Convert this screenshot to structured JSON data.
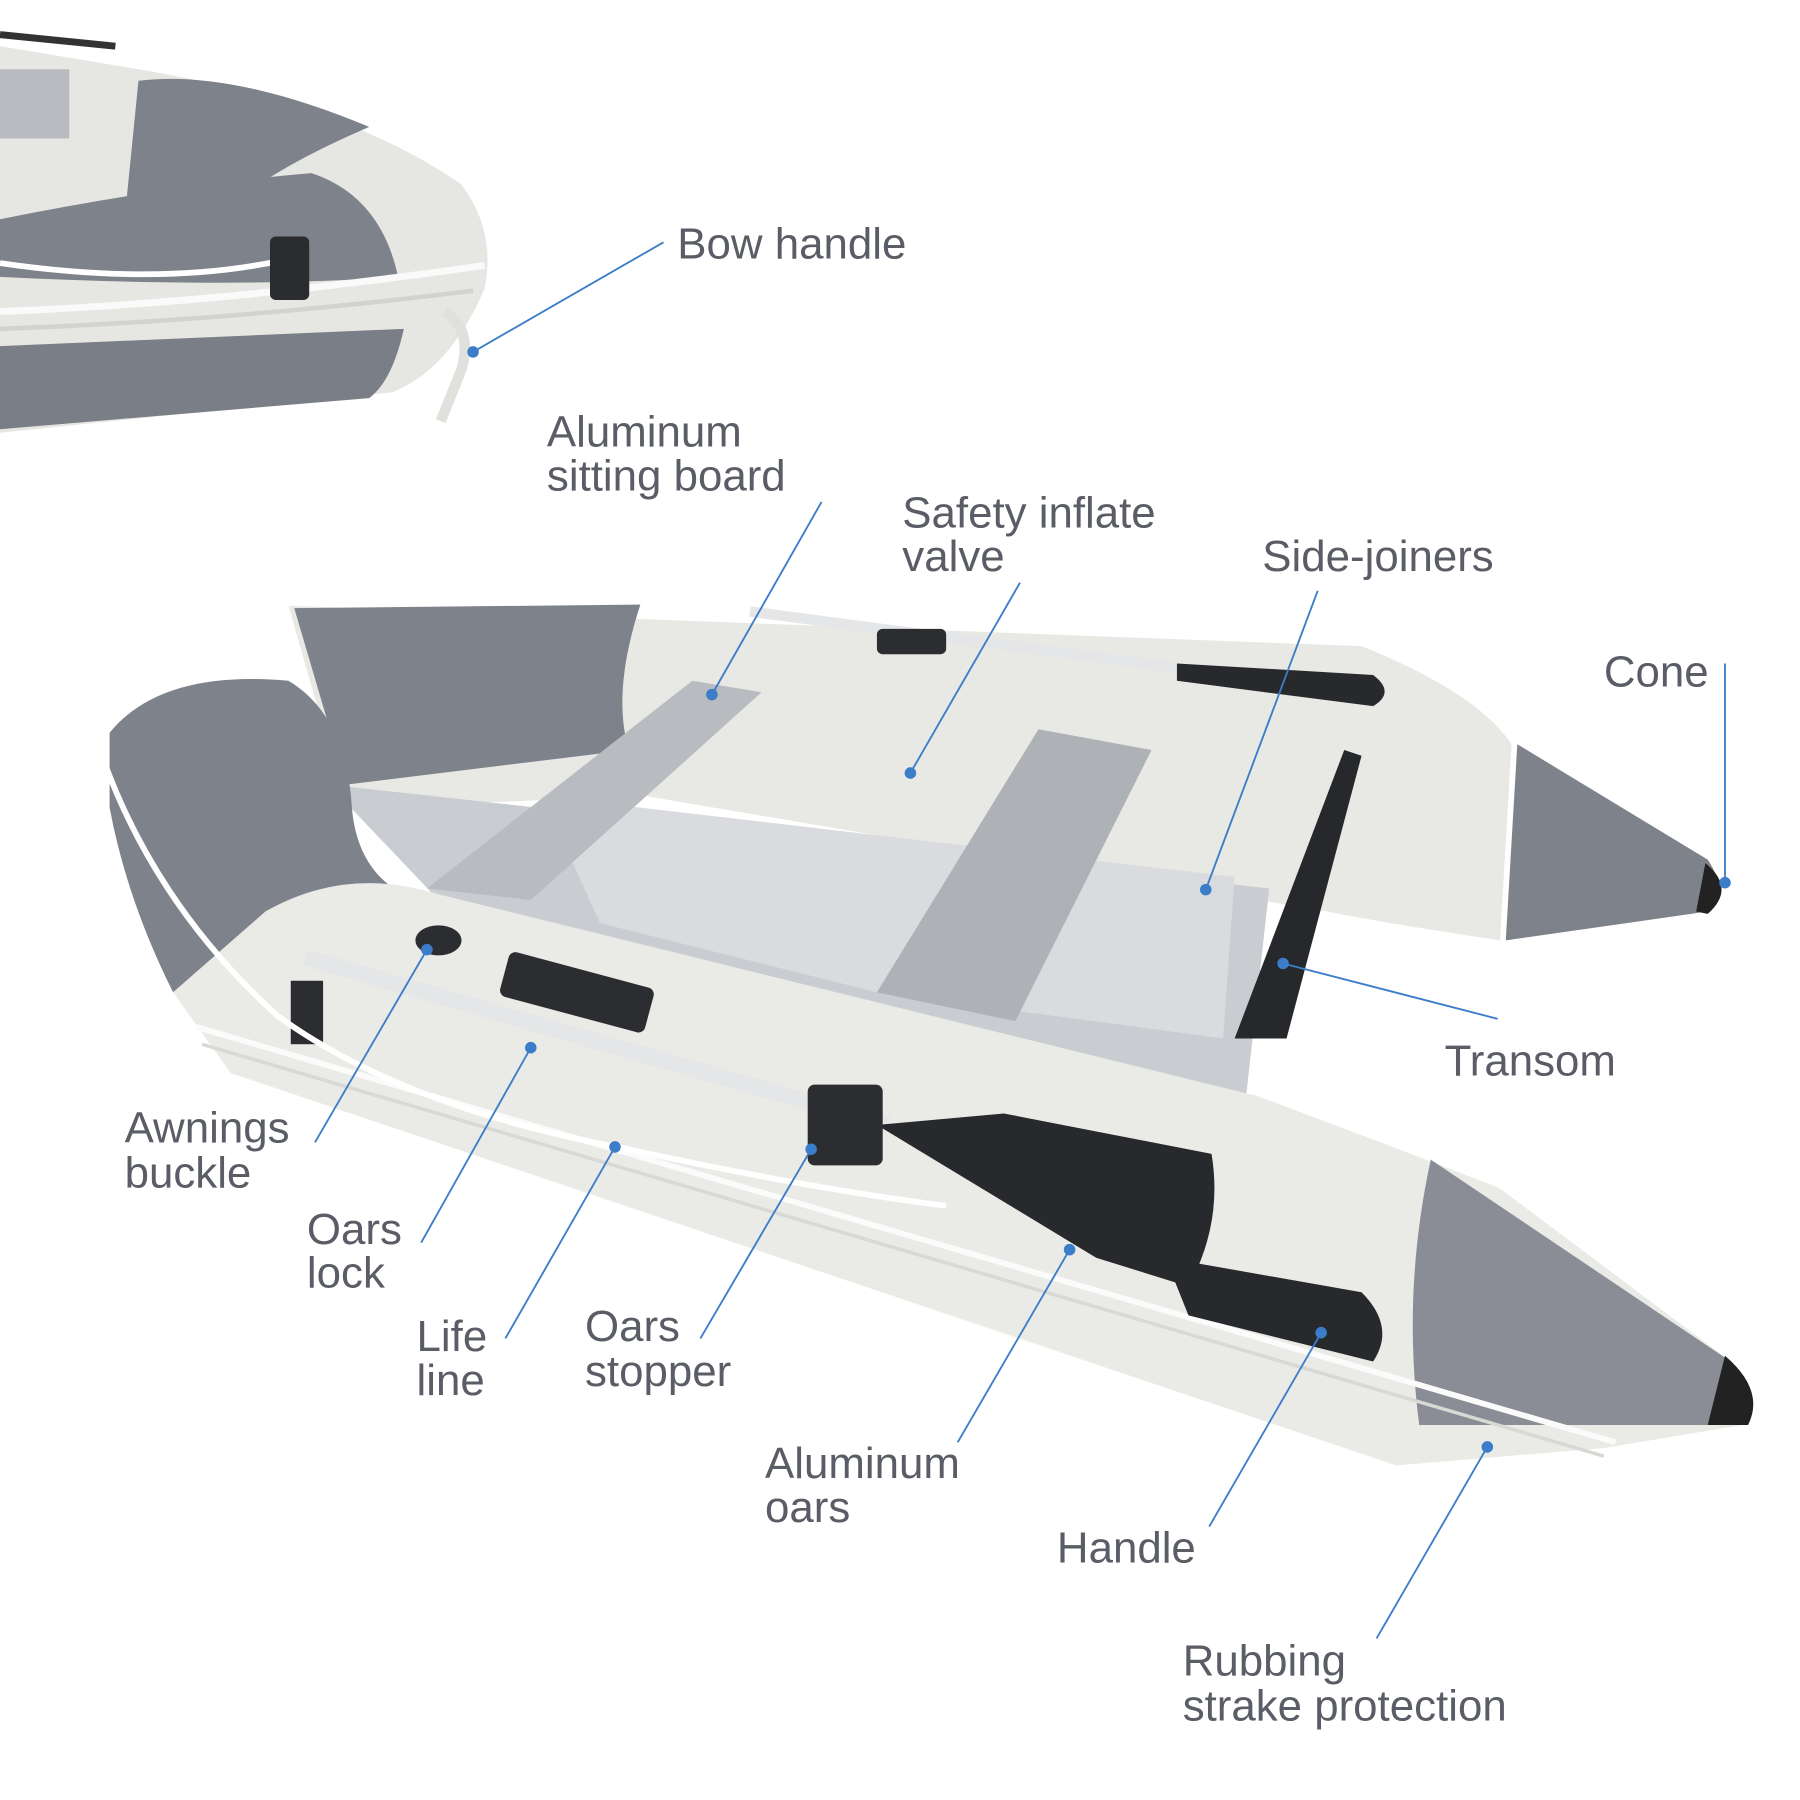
{
  "colors": {
    "leader": "#3b7dc8",
    "label": "#5a5d66",
    "tube_gray": "#7e828b",
    "hull_white": "#e9e9e5",
    "floor": "#c9ccd0"
  },
  "labels": {
    "bow_handle": [
      "Bow handle"
    ],
    "aluminum_sitting_board": [
      "Aluminum",
      "sitting board"
    ],
    "safety_inflate_valve": [
      "Safety inflate",
      "valve"
    ],
    "side_joiners": [
      "Side-joiners"
    ],
    "cone": [
      "Cone"
    ],
    "transom": [
      "Transom"
    ],
    "awnings_buckle": [
      "Awnings",
      "buckle"
    ],
    "oars_lock": [
      "Oars",
      "lock"
    ],
    "life_line": [
      "Life",
      "line"
    ],
    "oars_stopper": [
      "Oars",
      "stopper"
    ],
    "aluminum_oars": [
      "Aluminum",
      "oars"
    ],
    "handle": [
      "Handle"
    ],
    "rubbing_strake_protection": [
      "Rubbing",
      "strake protection"
    ]
  }
}
